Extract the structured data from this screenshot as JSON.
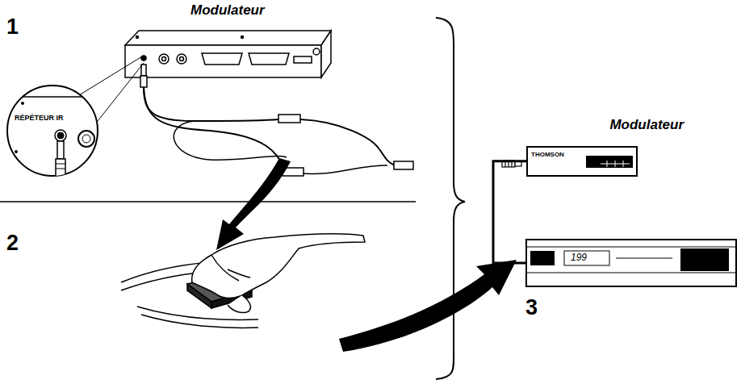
{
  "diagram": {
    "nodes": [
      {
        "text": [
          "Modulateur",
          "THOMSON"
        ]
      },
      {
        "text": [
          "199"
        ]
      }
    ],
    "edges": [
      {
        "from": 0,
        "to": 1,
        "arrow": "none"
      }
    ],
    "labels": [
      "1",
      "Modulateur",
      "RÉPÉTEUR IR",
      "2",
      "3"
    ]
  }
}
